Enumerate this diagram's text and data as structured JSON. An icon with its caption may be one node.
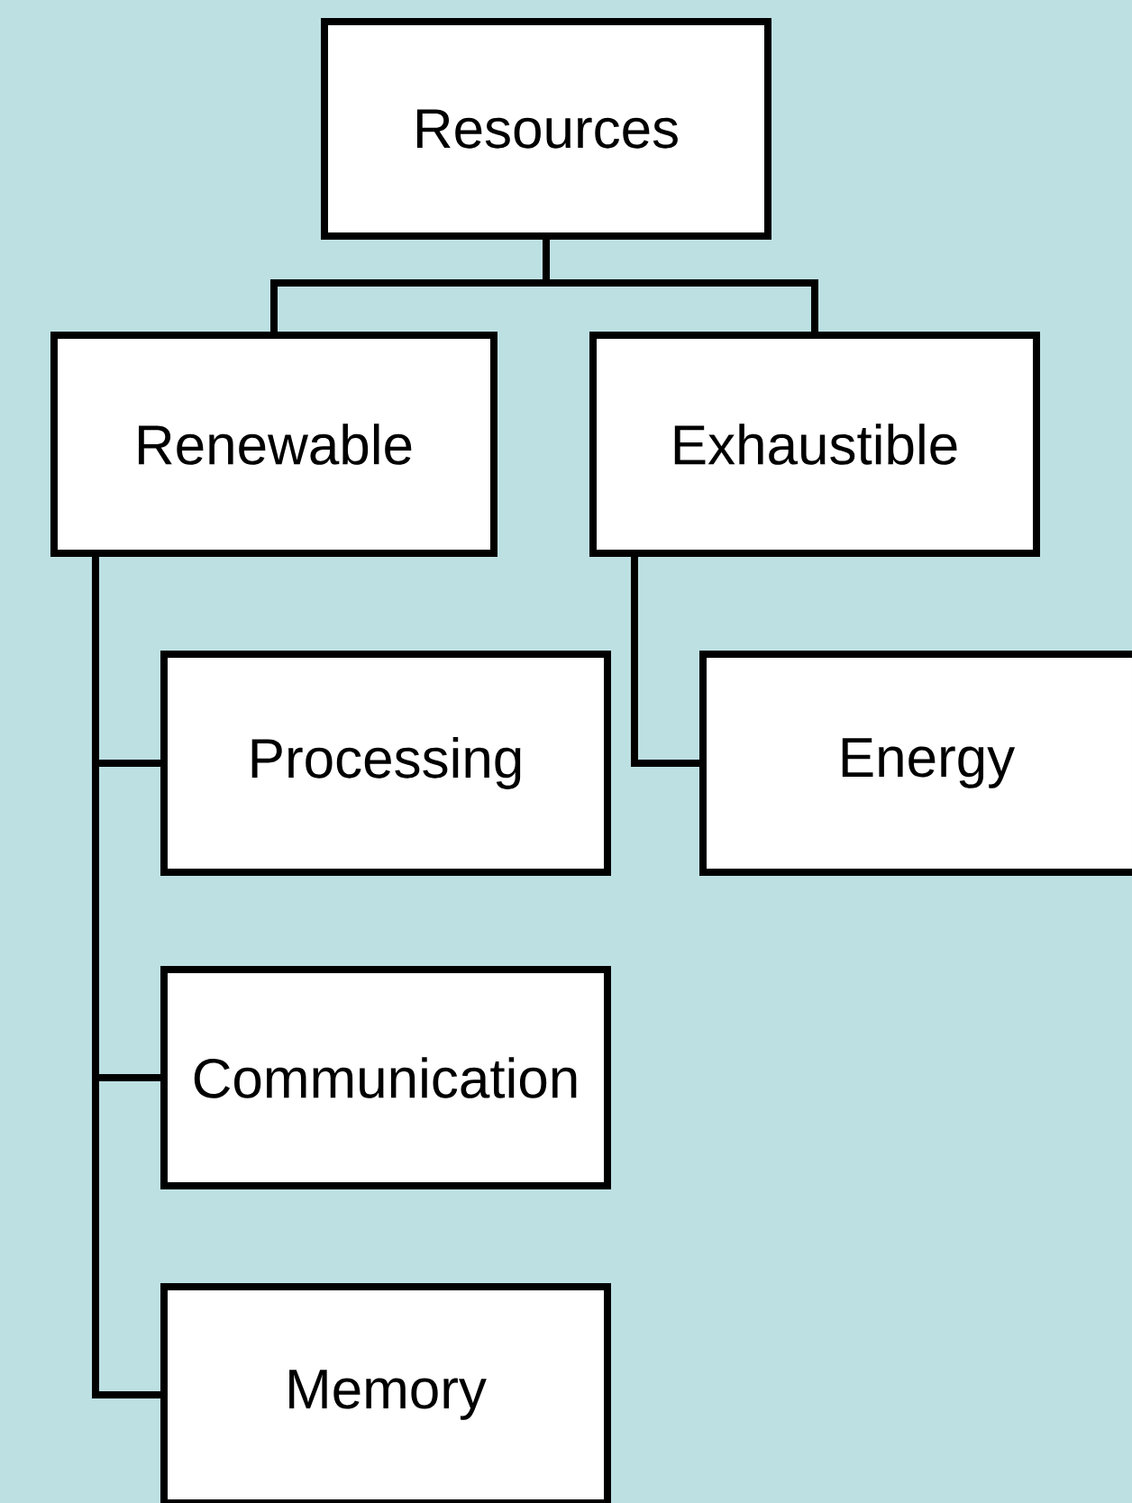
{
  "diagram": {
    "nodes": [
      {
        "text": [
          "Resources"
        ]
      },
      {
        "text": [
          "Renewable"
        ]
      },
      {
        "text": [
          "Exhaustible"
        ]
      },
      {
        "text": [
          "Processing"
        ]
      },
      {
        "text": [
          "Energy"
        ]
      },
      {
        "text": [
          "Communication"
        ]
      },
      {
        "text": [
          "Memory"
        ]
      }
    ],
    "edges": [
      {
        "from": 0,
        "to": 1,
        "arrow": "none"
      },
      {
        "from": 0,
        "to": 2,
        "arrow": "none"
      },
      {
        "from": 1,
        "to": 3,
        "arrow": "none"
      },
      {
        "from": 1,
        "to": 5,
        "arrow": "none"
      },
      {
        "from": 1,
        "to": 6,
        "arrow": "none"
      },
      {
        "from": 2,
        "to": 4,
        "arrow": "none"
      }
    ]
  }
}
